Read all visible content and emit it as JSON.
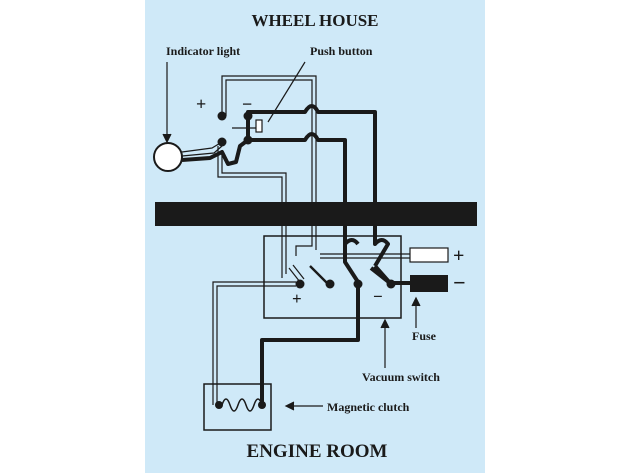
{
  "diagram": {
    "title_top": "WHEEL HOUSE",
    "title_bottom": "ENGINE ROOM",
    "labels": {
      "indicator_light": "Indicator light",
      "push_button": "Push button",
      "fuse": "Fuse",
      "vacuum_switch": "Vacuum switch",
      "magnetic_clutch": "Magnetic clutch"
    },
    "symbols": {
      "wheelhouse_plus": "+",
      "wheelhouse_minus": "−",
      "switch_plus": "+",
      "switch_minus": "−",
      "supply_plus": "+",
      "supply_minus": "−"
    },
    "colors": {
      "background": "#cfe9f8",
      "ink": "#1a1a1a"
    }
  }
}
